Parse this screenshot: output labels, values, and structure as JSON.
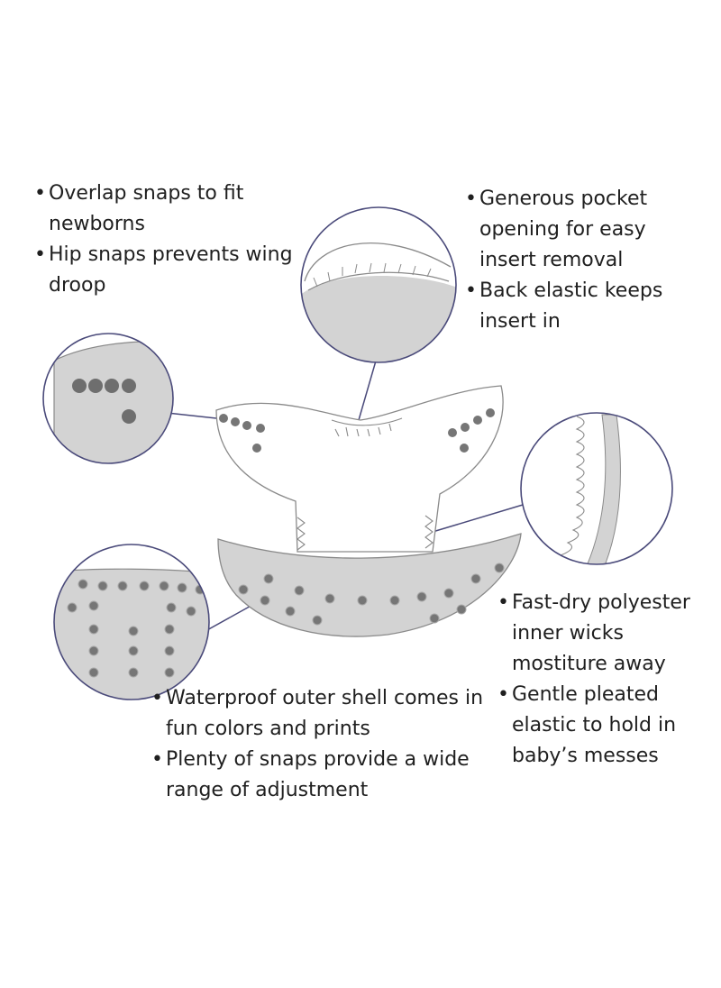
{
  "callouts": {
    "top_left": [
      "Overlap snaps to fit newborns",
      "Hip snaps prevents wing droop"
    ],
    "top_right": [
      "Generous pocket opening for easy insert removal",
      "Back elastic keeps insert in"
    ],
    "middle_right": [
      "Fast-dry polyester inner wicks mostiture away",
      "Gentle pleated elastic to hold in baby’s messes"
    ],
    "bottom_left": [
      "Waterproof outer shell comes in fun colors and prints",
      "Plenty of snaps provide a wide range of adjustment"
    ]
  },
  "colors": {
    "outline": "#8a8a8a",
    "shell_fill": "#d3d3d3",
    "snap": "#767676",
    "lens_ring": "#4a4a7a",
    "leader": "#4a4a7a",
    "text": "#1f1f1f"
  }
}
